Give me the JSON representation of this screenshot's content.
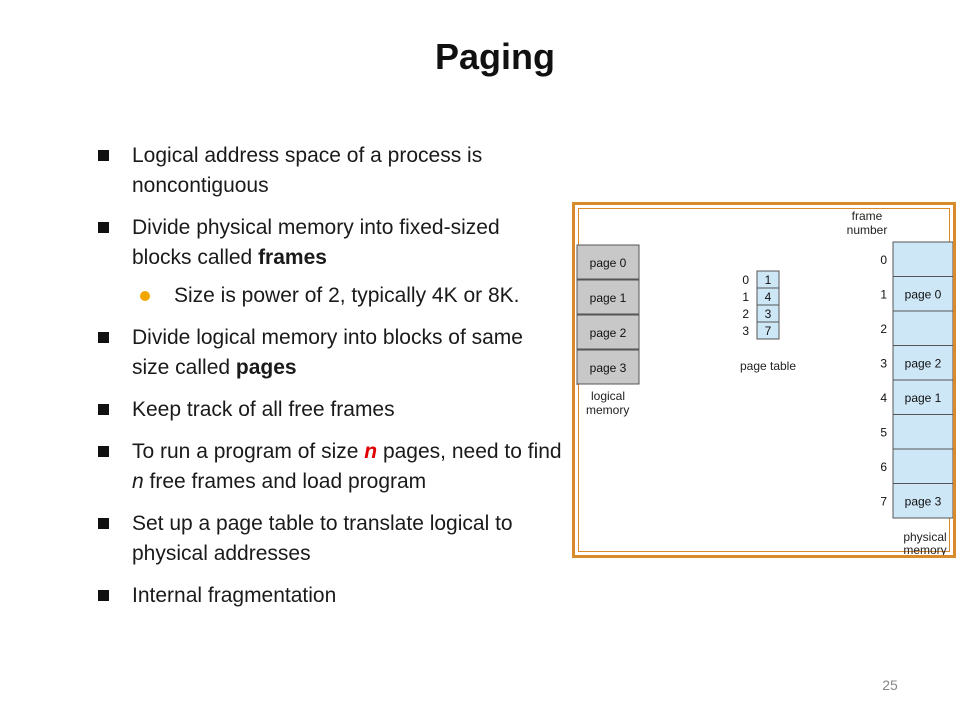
{
  "title": "Paging",
  "bullets": [
    {
      "text": "Logical address space of a process is noncontiguous"
    },
    {
      "pre": "Divide physical memory into fixed-sized blocks called ",
      "bold": "frames"
    },
    {
      "text": "Size is power of 2, typically 4K or 8K."
    },
    {
      "pre": "Divide logical memory into blocks of same size called ",
      "bold": "pages"
    },
    {
      "text": "Keep track of all free frames"
    },
    {
      "pre": "To run a program of size ",
      "n1": "n",
      "mid": " pages, need to find ",
      "n2": "n",
      "post": " free frames and load program"
    },
    {
      "text": "Set up a page table to translate logical to physical addresses"
    },
    {
      "text": "Internal fragmentation"
    }
  ],
  "diagram": {
    "frame_number_label": [
      "frame",
      "number"
    ],
    "logical_memory": [
      "page 0",
      "page 1",
      "page 2",
      "page 3"
    ],
    "logical_memory_label": [
      "logical",
      "memory"
    ],
    "page_table": {
      "indices": [
        "0",
        "1",
        "2",
        "3"
      ],
      "frames": [
        "1",
        "4",
        "3",
        "7"
      ],
      "label": "page table"
    },
    "physical_memory": [
      {
        "frame": "0",
        "content": ""
      },
      {
        "frame": "1",
        "content": "page 0"
      },
      {
        "frame": "2",
        "content": ""
      },
      {
        "frame": "3",
        "content": "page 2"
      },
      {
        "frame": "4",
        "content": "page 1"
      },
      {
        "frame": "5",
        "content": ""
      },
      {
        "frame": "6",
        "content": ""
      },
      {
        "frame": "7",
        "content": "page 3"
      }
    ],
    "physical_memory_label": [
      "physical",
      "memory"
    ],
    "colors": {
      "logical_fill": "#c8c8c8",
      "physical_fill": "#cde7f7",
      "border": "#d98a2b"
    }
  },
  "slide_number": "25"
}
